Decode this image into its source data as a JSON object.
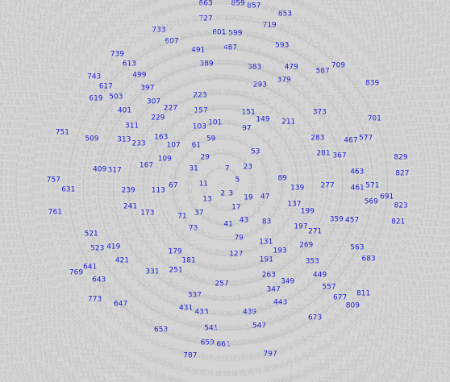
{
  "primes_visible": [
    2,
    3,
    5,
    7,
    11,
    13,
    17,
    19,
    23,
    29,
    31,
    37,
    41,
    43,
    47,
    53,
    59,
    61,
    67,
    71,
    73,
    79,
    83,
    89,
    97,
    101,
    103,
    107,
    109,
    113,
    127,
    131,
    137,
    139,
    149,
    151,
    157,
    163,
    167,
    173,
    179,
    181,
    191,
    193,
    197,
    199,
    211,
    223,
    227,
    229,
    233,
    239,
    241,
    251,
    257,
    263,
    269,
    271,
    277,
    281,
    283,
    293,
    307,
    311,
    313,
    317,
    331,
    337,
    347,
    349,
    353,
    359,
    367,
    373,
    379,
    383,
    389,
    397,
    401,
    409,
    419,
    421,
    431,
    433,
    439,
    443,
    449,
    457,
    461,
    463,
    467,
    479,
    487,
    491,
    499,
    503,
    509,
    521,
    523,
    541,
    547,
    557,
    563,
    569,
    571,
    577,
    587,
    593,
    599,
    601,
    607,
    613,
    617,
    619,
    631,
    641,
    643,
    647,
    653,
    659,
    661,
    673,
    677,
    683,
    691,
    701,
    709,
    719,
    727,
    733,
    739,
    743,
    751,
    757,
    761,
    769,
    773,
    787,
    797,
    809,
    811,
    821,
    823,
    827,
    829,
    839,
    853,
    857,
    859,
    863
  ],
  "colors": {
    "background": "#d4d4d4",
    "spiral_line": "#c0c0c0",
    "number_text": "#c4c4c4",
    "prime_text": "#1a1ad6"
  }
}
